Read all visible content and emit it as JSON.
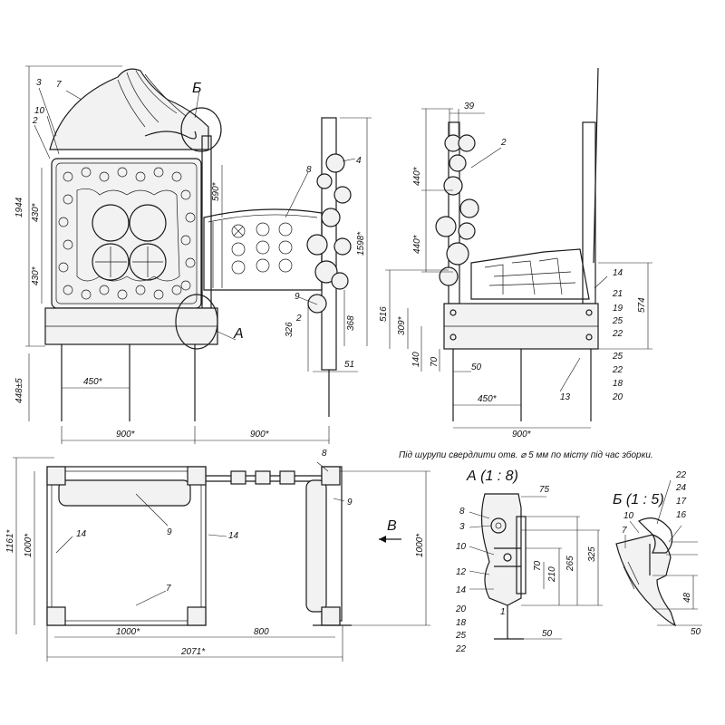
{
  "dimensions": {
    "h1944": "1944",
    "h430a": "430*",
    "h430b": "430*",
    "h448": "448±5",
    "w450a": "450*",
    "w900a": "900*",
    "w900b": "900*",
    "d590": "590*",
    "d1598": "1598*",
    "d326": "326",
    "d368": "368",
    "d51": "51",
    "d39": "39",
    "d440a": "440*",
    "d440b": "440*",
    "d516": "516",
    "d309": "309*",
    "d140": "140",
    "d70a": "70",
    "d50a": "50",
    "w450b": "450*",
    "w900c": "900*",
    "d574": "574",
    "h1161": "1161*",
    "h1000a": "1000*",
    "h1000b": "1000*",
    "w1000": "1000*",
    "w800": "800",
    "w2071": "2071*",
    "d75": "75",
    "d325": "325",
    "d265": "265",
    "d210": "210",
    "d70b": "70",
    "d50b": "50",
    "d48": "48",
    "d50c": "50"
  },
  "part_numbers": {
    "p3": "3",
    "p7": "7",
    "p10": "10",
    "p2": "2",
    "p8": "8",
    "p4": "4",
    "p9": "9",
    "p2b": "2",
    "p2c": "2",
    "p14": "14",
    "p21": "21",
    "p19": "19",
    "p25": "25",
    "p22": "22",
    "p25b": "25",
    "p22b": "22",
    "p18": "18",
    "p20": "20",
    "p13": "13",
    "pl8": "8",
    "pl9a": "9",
    "pl9b": "9",
    "pl14a": "14",
    "pl14b": "14",
    "pl7": "7",
    "a8": "8",
    "a3": "3",
    "a10": "10",
    "a12": "12",
    "a14": "14",
    "a20": "20",
    "a18": "18",
    "a25": "25",
    "a22": "22",
    "a1": "1",
    "b22": "22",
    "b24": "24",
    "b17": "17",
    "b16": "16",
    "b10": "10",
    "b7": "7"
  },
  "callouts": {
    "A": "А",
    "B": "Б",
    "V": "В"
  },
  "detail_titles": {
    "a": "А (1 : 8)",
    "b": "Б (1 : 5)"
  },
  "note": "Під шурупи свердлити отв. ⌀ 5 мм по місту під час зборки."
}
